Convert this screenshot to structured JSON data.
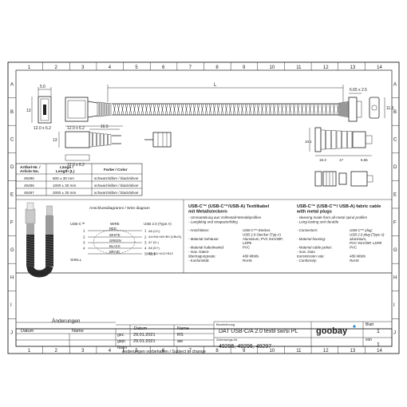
{
  "frame": {
    "columns": [
      "1",
      "2",
      "3",
      "4",
      "5",
      "6",
      "7",
      "8",
      "9",
      "10",
      "11",
      "12",
      "13",
      "14"
    ],
    "rows": [
      "A",
      "B",
      "C",
      "D",
      "E",
      "F",
      "G",
      "H",
      "I",
      "J"
    ]
  },
  "dimensions": {
    "L": "L",
    "width_56": "5.6",
    "height_13a": "13",
    "face_120x62_a": "12.0 x 6.2",
    "width_165": "16.5",
    "height_13b": "13",
    "face_120x62_b": "12.0 x 6.2",
    "c_plug_face": "6.65 x 2.5",
    "c_height_115": "11.5",
    "c_side_101": "10.1",
    "c_len_183": "18.3",
    "c_len_17": "17",
    "c_len_665": "6.65"
  },
  "article_table": {
    "headers": [
      [
        "Artikel-Nr. /",
        "Article No."
      ],
      [
        "Länge /",
        "Length (L)"
      ],
      [
        "Farbe / Color"
      ]
    ],
    "rows": [
      [
        "49295",
        "500 ± 30 mm",
        "schwarz/silber / black/silver"
      ],
      [
        "49296",
        "1000 ± 30 mm",
        "schwarz/silber / black/silver"
      ],
      [
        "49297",
        "2000 ± 30 mm",
        "schwarz/silber / black/silver"
      ]
    ]
  },
  "wiring": {
    "title": "Anschlussdiagramm / Wire diagram",
    "left_header": "USB-C™",
    "wire_header": "WIRE",
    "right_header": "USB 2.0 (Type A)",
    "left_pins": [
      "A5 (CC)",
      "A4+B4+A9+B9 (VBUS)",
      "A7 (D-)",
      "A6 (D+)",
      "A1+B1+A12+B12",
      "SHELL"
    ],
    "left_nums": [
      "1",
      "2",
      "3",
      "4"
    ],
    "wires": [
      "RED",
      "WHITE",
      "GREEN",
      "BLACK",
      "BRAID"
    ],
    "right_pins": [
      "1",
      "2",
      "3",
      "4",
      "SHELL"
    ]
  },
  "spec_de": {
    "title_line1": "USB-C™ (USB-C™/USB-A) Textilkabel",
    "title_line2": "mit Metallsteckern",
    "bullets": [
      "- Ummantelung aus Vollmetall-Wendelprofilen",
      "- Langlebig und strapazierfähig"
    ],
    "rows": [
      [
        "- Anschlüsse:",
        "USB-C™-Stecker,"
      ],
      [
        "",
        "USB 2.0-Stecker (Typ A)"
      ],
      [
        "- Material Gehäuse:",
        "Aluminium, PVC 94A/35P,"
      ],
      [
        "",
        "LDPE"
      ],
      [
        "- Material Kabelmantel:",
        "PVC"
      ],
      [
        "- max. Daten-",
        ""
      ],
      [
        "  übertragungsrate:",
        "480 Mbit/s"
      ],
      [
        "- Konformität:",
        "RoHS"
      ]
    ]
  },
  "spec_en": {
    "title_line1": "USB-C™ (USB-C™/ USB-A) fabric cable",
    "title_line2": "with metal plugs",
    "bullets": [
      "- sleeving made from all-metal spiral profiles",
      "- Long-lasting and durable"
    ],
    "rows": [
      [
        "- Connectors:",
        "USB-C™ plug;"
      ],
      [
        "",
        "USB 2.0 plug (Type A)"
      ],
      [
        "- Material housing:",
        "aluminium,"
      ],
      [
        "",
        "PVC 94A/35P, LDPE"
      ],
      [
        "- Material cable jacket:",
        "PVC"
      ],
      [
        "- max. Data",
        ""
      ],
      [
        "  transmission rate:",
        "480 Mbit/s"
      ],
      [
        "- Conformity:",
        "RoHS"
      ]
    ]
  },
  "title_block": {
    "changes_header": "Änderungen",
    "col_datum": "Datum",
    "col_name": "Name",
    "datum_header": "Datum",
    "name_header": "Name",
    "gez_label": "gez.",
    "gez_date": "29.01.2021",
    "gez_name": "RS",
    "gepr_label": "gepr.",
    "gepr_date": "29.01.2021",
    "gepr_name": "aw",
    "norm_label": "Norm",
    "note": "Änderungen vorbehalten / Subject to change",
    "bezeichnung_label": "Bezeichnung",
    "bezeichnung": "DAT USB-C/A 2.0 textil sw/si PL",
    "zeichnung_label": "Zeichnungs-Nr.",
    "zeichnung": "49295, 49296, 49297",
    "blatt_label": "Blatt",
    "blatt": "1",
    "von_label": "von",
    "von": "1",
    "logo": "goobay"
  },
  "colors": {
    "line": "#222222",
    "cable_dark": "#2a2a2a",
    "metal": "#b8b8b8",
    "logo_blue": "#1a8fd6"
  }
}
